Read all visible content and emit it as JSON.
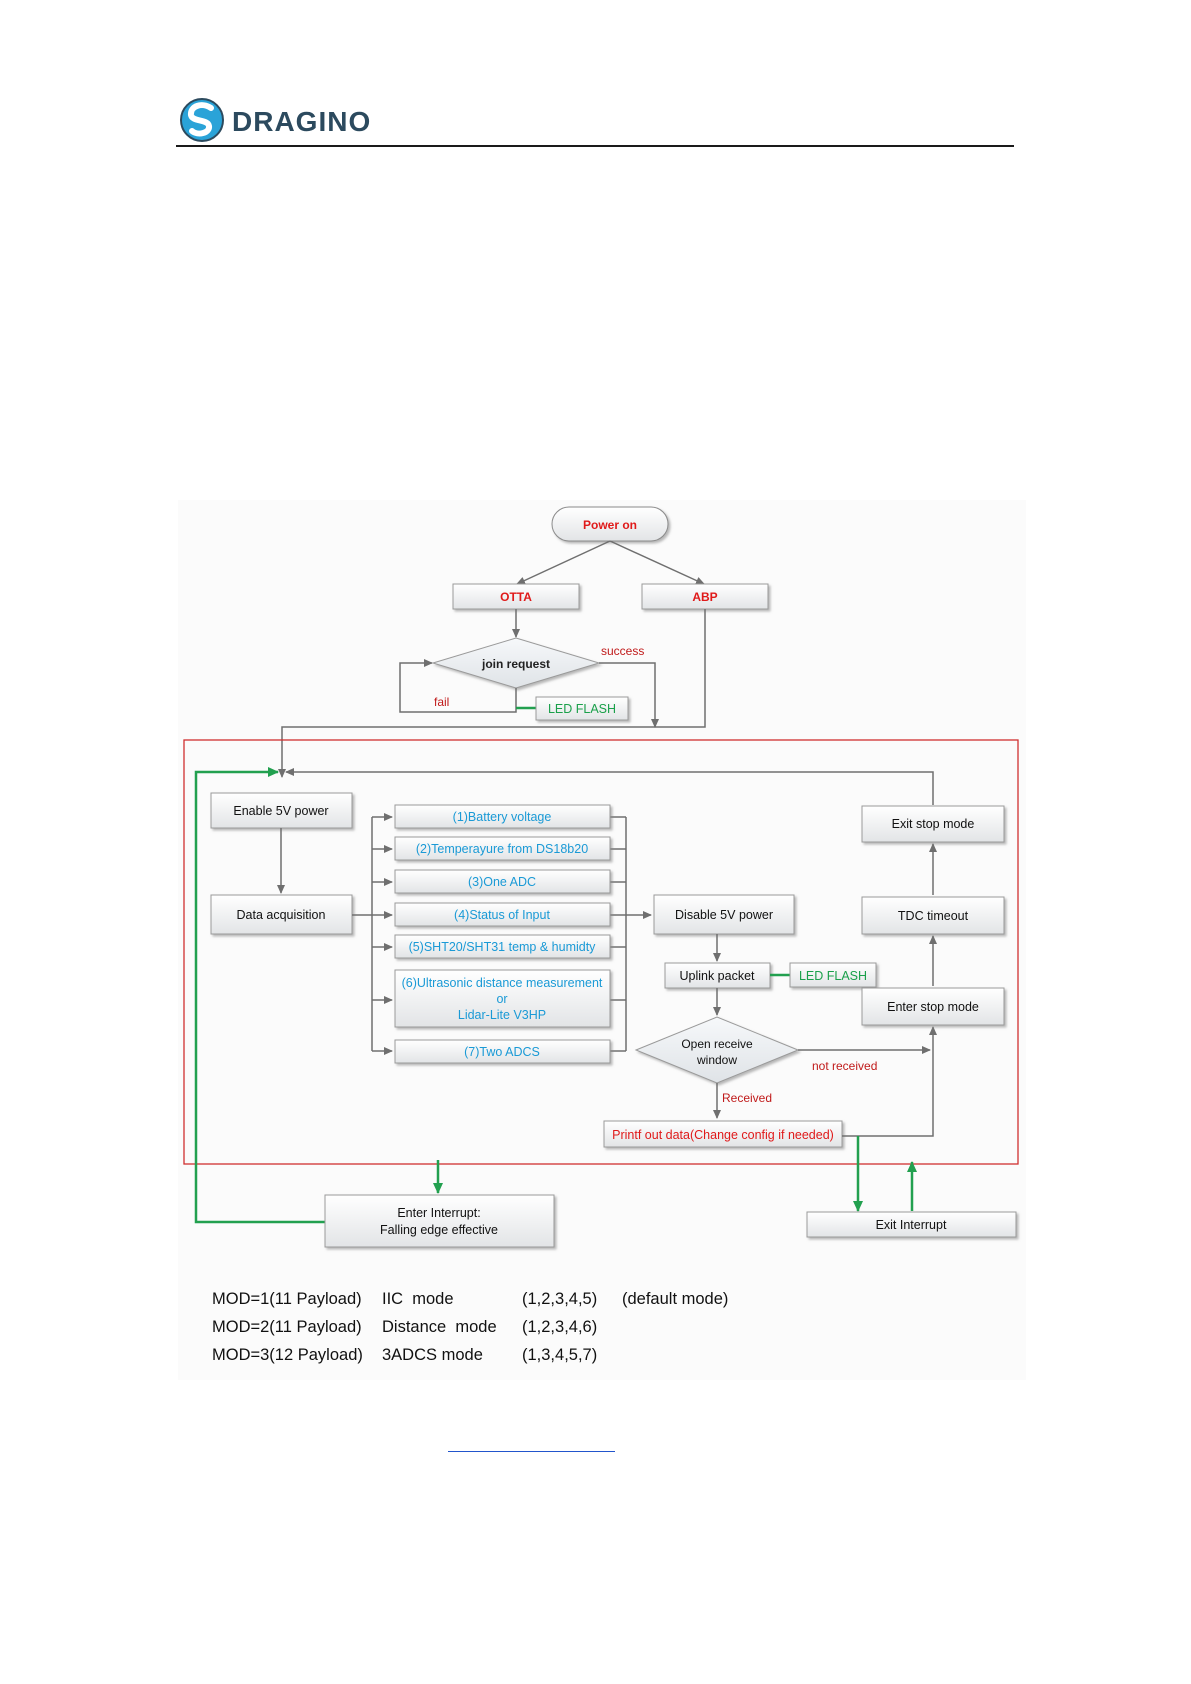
{
  "header": {
    "brand": "DRAGINO"
  },
  "flowchart": {
    "power_on": "Power on",
    "otta": "OTTA",
    "abp": "ABP",
    "join_request": "join request",
    "success": "success",
    "fail": "fail",
    "led_flash_join": "LED FLASH",
    "enable_5v": "Enable 5V power",
    "data_acq": "Data acquisition",
    "sensors": [
      "(1)Battery voltage",
      "(2)Temperayure from DS18b20",
      "(3)One ADC",
      "(4)Status of Input",
      "(5)SHT20/SHT31 temp & humidty",
      "(7)Two ADCS"
    ],
    "sensor6_line1": "(6)Ultrasonic distance measurement",
    "sensor6_line2": "or",
    "sensor6_line3": "Lidar-Lite V3HP",
    "disable_5v": "Disable 5V power",
    "uplink": "Uplink packet",
    "led_flash_uplink": "LED FLASH",
    "open_rx_line1": "Open receive",
    "open_rx_line2": "window",
    "not_received": "not received",
    "received": "Received",
    "printf": "Printf out data(Change config if needed)",
    "exit_stop": "Exit stop mode",
    "tdc_timeout": "TDC timeout",
    "enter_stop": "Enter stop mode",
    "enter_interrupt_line1": "Enter Interrupt:",
    "enter_interrupt_line2": "Falling edge effective",
    "exit_interrupt": "Exit Interrupt"
  },
  "modes": [
    {
      "mod": "MOD=1(11 Payload)",
      "name": "IIC  mode",
      "sensors": "(1,2,3,4,5)",
      "note": "(default mode)"
    },
    {
      "mod": "MOD=2(11 Payload)",
      "name": "Distance  mode",
      "sensors": "(1,2,3,4,6)",
      "note": ""
    },
    {
      "mod": "MOD=3(12 Payload)",
      "name": "3ADCS mode",
      "sensors": "(1,3,4,5,7)",
      "note": ""
    }
  ],
  "colors": {
    "red_text": "#e01a1a",
    "blue_text": "#1a9ad6",
    "green_text": "#1aa04a",
    "green_line": "#22a04f",
    "gray_line": "#777777",
    "frame_red": "#d03030"
  }
}
